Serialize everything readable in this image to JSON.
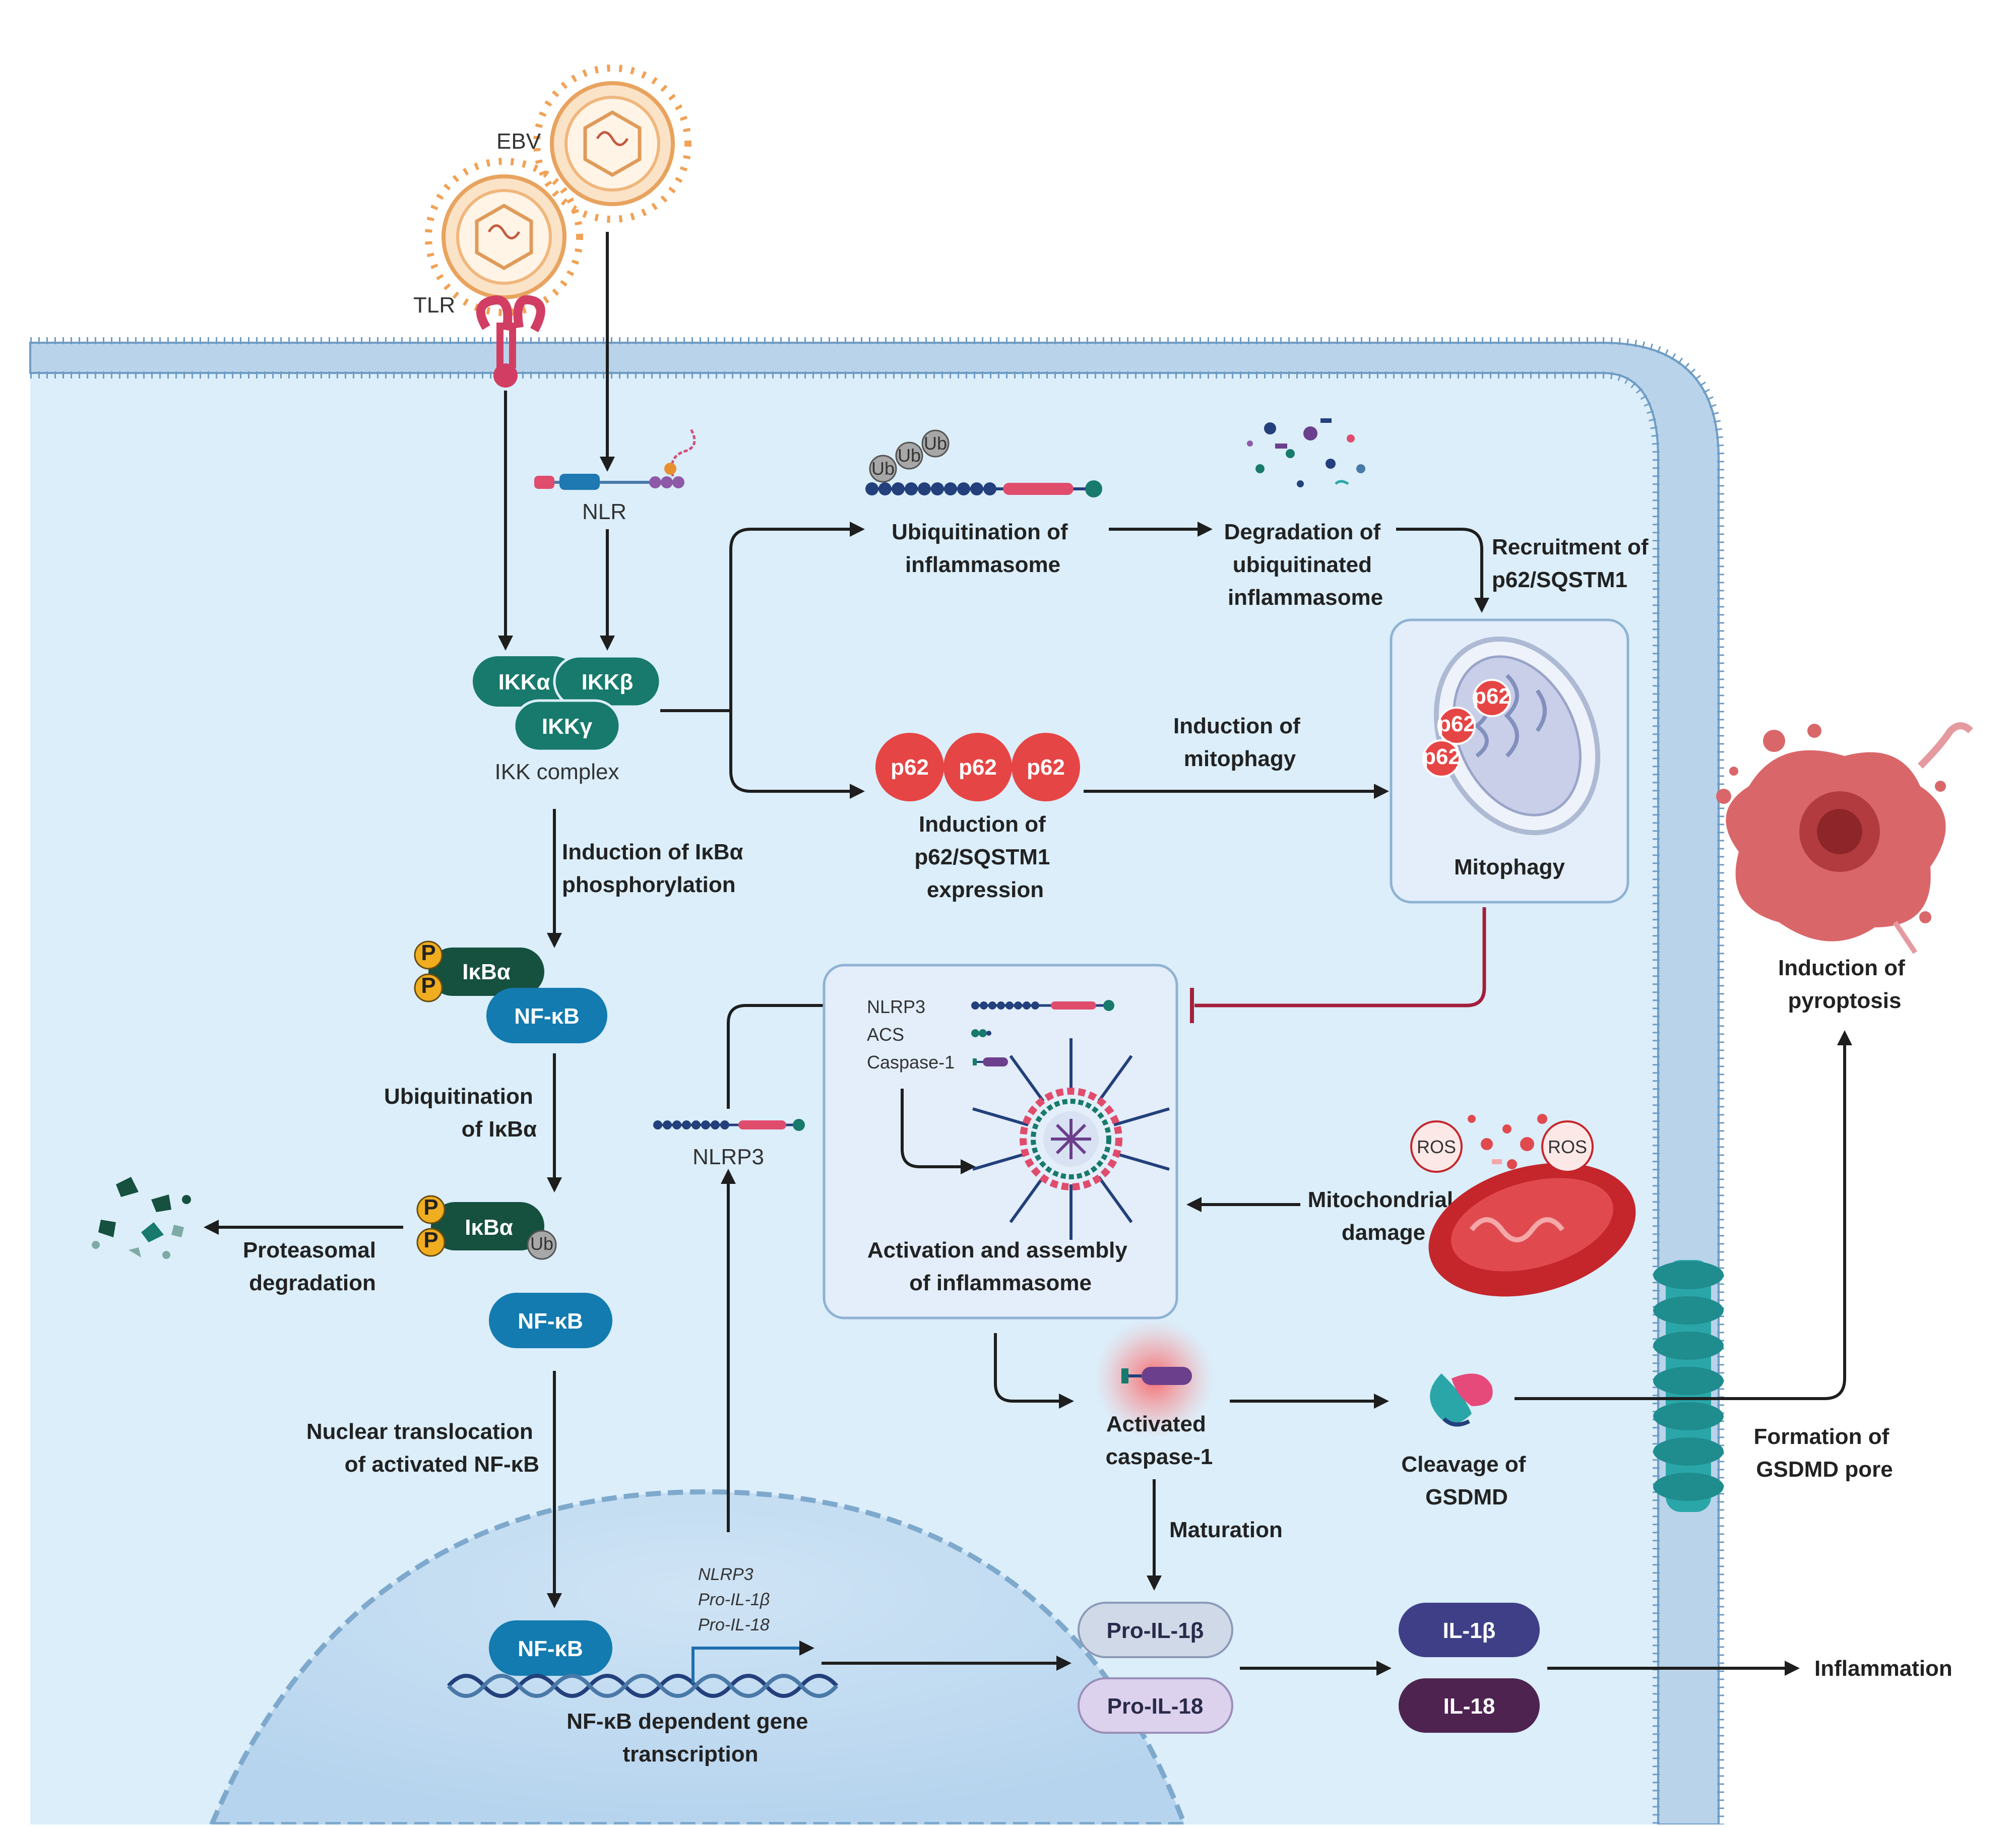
{
  "labels": {
    "ebv": "EBV",
    "tlr": "TLR",
    "nlr": "NLR",
    "ikk_complex": "IKK complex",
    "induction_ikba_phos": [
      "Induction of IκBα",
      "phosphorylation"
    ],
    "ubiquitination_ikba": [
      "Ubiquitination",
      "of IκBα"
    ],
    "proteasomal_degradation": [
      "Proteasomal",
      "degradation"
    ],
    "nuclear_translocation": [
      "Nuclear translocation",
      "of activated NF-κB"
    ],
    "nfkb_transcription": [
      "NF-κB dependent gene",
      "transcription"
    ],
    "gene_list": [
      "NLRP3",
      "Pro-IL-1β",
      "Pro-IL-18"
    ],
    "nlrp3": "NLRP3",
    "ubiquitination_inflammasome": [
      "Ubiquitination of",
      "inflammasome"
    ],
    "degradation_ubiquitinated": [
      "Degradation of",
      "ubiquitinated",
      "inflammasome"
    ],
    "recruitment_p62": [
      "Recruitment of",
      "p62/SQSTM1"
    ],
    "induction_mitophagy": [
      "Induction of",
      "mitophagy"
    ],
    "induction_p62_expression": [
      "Induction of",
      "p62/SQSTM1",
      "expression"
    ],
    "mitophagy": "Mitophagy",
    "inflammasome_components": [
      "NLRP3",
      "ACS",
      "Caspase-1"
    ],
    "activation_assembly": [
      "Activation and assembly",
      "of inflammasome"
    ],
    "mitochondrial_damage": [
      "Mitochondrial",
      "damage"
    ],
    "ros": "ROS",
    "activated_caspase": [
      "Activated",
      "caspase-1"
    ],
    "cleavage_gsdmd": [
      "Cleavage of",
      "GSDMD"
    ],
    "formation_pore": [
      "Formation of",
      "GSDMD pore"
    ],
    "induction_pyroptosis": [
      "Induction of",
      "pyroptosis"
    ],
    "maturation": "Maturation",
    "inflammation": "Inflammation",
    "ub": "Ub",
    "p": "P"
  },
  "pills": {
    "ikka": "IKKα",
    "ikkb": "IKKβ",
    "ikkg": "IKKγ",
    "ikba": "IκBα",
    "nfkb": "NF-κB",
    "p62": "p62",
    "pro_il1b": "Pro-IL-1β",
    "pro_il18": "Pro-IL-18",
    "il1b": "IL-1β",
    "il18": "IL-18"
  },
  "colors": {
    "cytoplasm": "#dbeefa",
    "membrane": "#7fa8cc",
    "nucleus": "#c2dcf1",
    "teal": "#177a6c",
    "dark_green": "#16503f",
    "nfkb_blue": "#137bb0",
    "p62_red": "#e64545",
    "inhibit": "#a3203a",
    "pro_il1b": "#cfd9e8",
    "pro_il18": "#ddd2ee",
    "il1b": "#3f3f88",
    "il18": "#4e2350",
    "pore": "#2aa6a8",
    "phospho": "#f0ad1f"
  }
}
